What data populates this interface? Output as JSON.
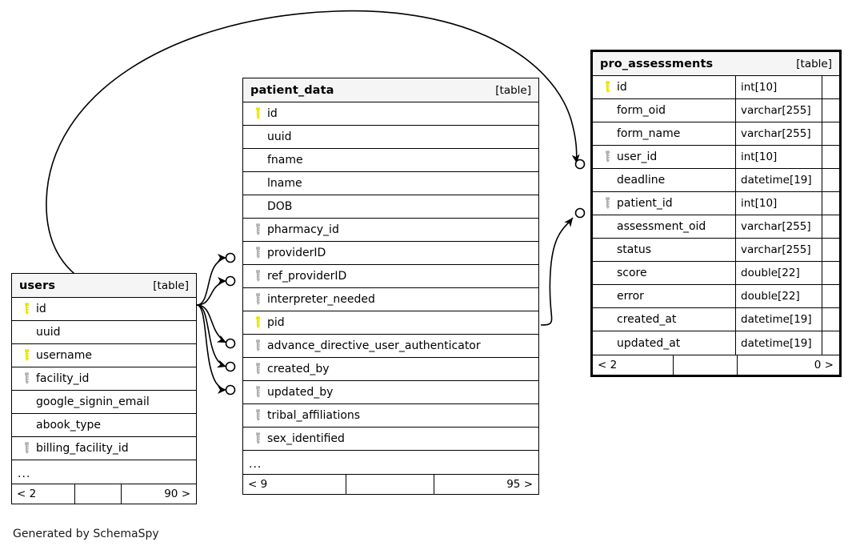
{
  "diagram": {
    "kind": "database-schema",
    "credit": "Generated by SchemaSpy",
    "table_tag": "[table]",
    "ellipsis": "...",
    "colors": {
      "primary_key": "#e8e800",
      "foreign_key": "#b3b3b3",
      "header_background": "#f5f5f5",
      "border": "#000000",
      "background": "#ffffff"
    }
  },
  "tables": [
    {
      "id": "users",
      "name": "users",
      "tag": "[table]",
      "columns": [
        {
          "name": "id",
          "key": "primary"
        },
        {
          "name": "uuid",
          "key": "none"
        },
        {
          "name": "username",
          "key": "primary"
        },
        {
          "name": "facility_id",
          "key": "foreign"
        },
        {
          "name": "google_signin_email",
          "key": "none"
        },
        {
          "name": "abook_type",
          "key": "none"
        },
        {
          "name": "billing_facility_id",
          "key": "foreign"
        }
      ],
      "more": "...",
      "footer": {
        "left": "< 2",
        "middle": "",
        "right": "90 >"
      }
    },
    {
      "id": "patient_data",
      "name": "patient_data",
      "tag": "[table]",
      "columns": [
        {
          "name": "id",
          "key": "primary"
        },
        {
          "name": "uuid",
          "key": "none"
        },
        {
          "name": "fname",
          "key": "none"
        },
        {
          "name": "lname",
          "key": "none"
        },
        {
          "name": "DOB",
          "key": "none"
        },
        {
          "name": "pharmacy_id",
          "key": "foreign"
        },
        {
          "name": "providerID",
          "key": "foreign"
        },
        {
          "name": "ref_providerID",
          "key": "foreign"
        },
        {
          "name": "interpreter_needed",
          "key": "foreign"
        },
        {
          "name": "pid",
          "key": "primary"
        },
        {
          "name": "advance_directive_user_authenticator",
          "key": "foreign"
        },
        {
          "name": "created_by",
          "key": "foreign"
        },
        {
          "name": "updated_by",
          "key": "foreign"
        },
        {
          "name": "tribal_affiliations",
          "key": "foreign"
        },
        {
          "name": "sex_identified",
          "key": "foreign"
        }
      ],
      "more": "...",
      "footer": {
        "left": "< 9",
        "middle": "",
        "right": "95 >"
      }
    },
    {
      "id": "pro_assessments",
      "name": "pro_assessments",
      "tag": "[table]",
      "columns": [
        {
          "name": "id",
          "key": "primary",
          "type": "int[10]"
        },
        {
          "name": "form_oid",
          "key": "none",
          "type": "varchar[255]"
        },
        {
          "name": "form_name",
          "key": "none",
          "type": "varchar[255]"
        },
        {
          "name": "user_id",
          "key": "foreign",
          "type": "int[10]"
        },
        {
          "name": "deadline",
          "key": "none",
          "type": "datetime[19]"
        },
        {
          "name": "patient_id",
          "key": "foreign",
          "type": "int[10]"
        },
        {
          "name": "assessment_oid",
          "key": "none",
          "type": "varchar[255]"
        },
        {
          "name": "status",
          "key": "none",
          "type": "varchar[255]"
        },
        {
          "name": "score",
          "key": "none",
          "type": "double[22]"
        },
        {
          "name": "error",
          "key": "none",
          "type": "double[22]"
        },
        {
          "name": "created_at",
          "key": "none",
          "type": "datetime[19]"
        },
        {
          "name": "updated_at",
          "key": "none",
          "type": "datetime[19]"
        }
      ],
      "more": null,
      "footer": {
        "left": "< 2",
        "middle": "",
        "right": "0 >"
      }
    }
  ],
  "relationships": [
    {
      "from_table": "users",
      "from_column": "id",
      "to_table": "patient_data",
      "to_column": "providerID"
    },
    {
      "from_table": "users",
      "from_column": "id",
      "to_table": "patient_data",
      "to_column": "ref_providerID"
    },
    {
      "from_table": "users",
      "from_column": "id",
      "to_table": "patient_data",
      "to_column": "advance_directive_user_authenticator"
    },
    {
      "from_table": "users",
      "from_column": "id",
      "to_table": "patient_data",
      "to_column": "created_by"
    },
    {
      "from_table": "users",
      "from_column": "id",
      "to_table": "patient_data",
      "to_column": "updated_by"
    },
    {
      "from_table": "users",
      "from_column": "id",
      "to_table": "pro_assessments",
      "to_column": "user_id"
    },
    {
      "from_table": "patient_data",
      "from_column": "pid",
      "to_table": "pro_assessments",
      "to_column": "patient_id"
    }
  ]
}
